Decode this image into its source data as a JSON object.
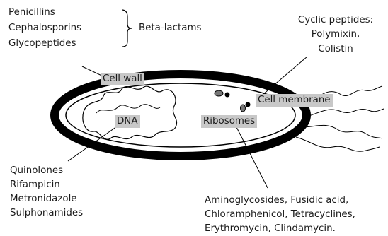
{
  "antibiotic_groups": {
    "cell_wall_drugs": [
      "Penicillins",
      "Cephalosporins",
      "Glycopeptides"
    ],
    "group_label": "Beta-lactams",
    "membrane_drugs": [
      "Cyclic peptides:",
      "Polymixin,",
      "Colistin"
    ],
    "dna_drugs": [
      "Quinolones",
      "Rifampicin",
      "Metronidazole",
      "Sulphonamides"
    ],
    "ribosome_drugs": [
      "Aminoglycosides, Fusidic acid,",
      "Chloramphenicol, Tetracyclines,",
      "Erythromycin, Clindamycin."
    ]
  },
  "cell_labels": {
    "cell_wall": "Cell wall",
    "cell_membrane": "Cell membrane",
    "dna": "DNA",
    "ribosomes": "Ribosomes"
  },
  "colors": {
    "label_background": "#c8c8c8",
    "outline": "#000000",
    "text": "#1a1a1a"
  }
}
